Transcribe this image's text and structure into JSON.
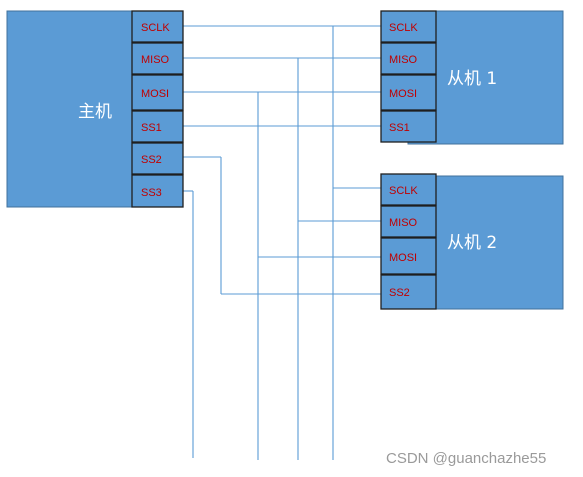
{
  "master": {
    "label": "主机",
    "pins": [
      "SCLK",
      "MISO",
      "MOSI",
      "SS1",
      "SS2",
      "SS3"
    ]
  },
  "slave1": {
    "label": "从机 1",
    "pins": [
      "SCLK",
      "MISO",
      "MOSI",
      "SS1"
    ]
  },
  "slave2": {
    "label": "从机 2",
    "pins": [
      "SCLK",
      "MISO",
      "MOSI",
      "SS2"
    ]
  },
  "watermark": "CSDN @guanchazhe55",
  "colors": {
    "device_fill": "#5b9bd5",
    "wire": "#5b9bd5",
    "pin_text": "#c00000",
    "pin_border": "#1f1f1f"
  }
}
